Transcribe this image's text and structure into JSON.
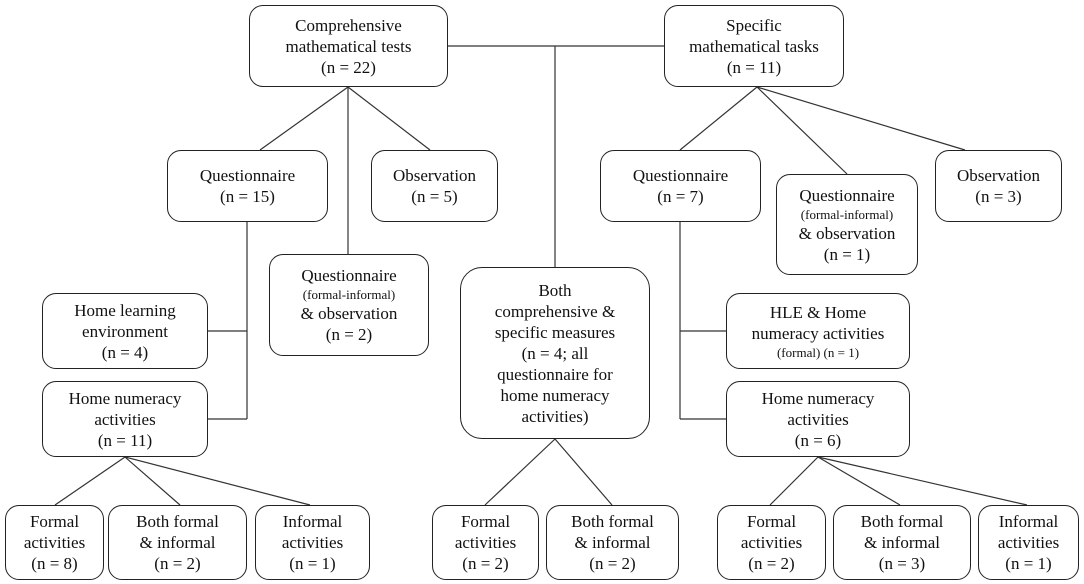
{
  "colors": {
    "line": "#333333",
    "border": "#222222",
    "background": "#ffffff",
    "text": "#111111"
  },
  "nodes": {
    "comp": {
      "lines": [
        "Comprehensive",
        "mathematical tests",
        "(n = 22)"
      ]
    },
    "spec": {
      "lines": [
        "Specific",
        "mathematical tasks",
        "(n = 11)"
      ]
    },
    "q15": {
      "lines": [
        "Questionnaire",
        "(n = 15)"
      ]
    },
    "obs5": {
      "lines": [
        "Observation",
        "(n = 5)"
      ]
    },
    "qfo2": {
      "line1": "Questionnaire",
      "line2": "(formal-informal)",
      "line3": "& observation",
      "line4": "(n = 2)"
    },
    "hle4": {
      "lines": [
        "Home learning",
        "environment",
        "(n = 4)"
      ]
    },
    "hna11": {
      "lines": [
        "Home numeracy",
        "activities",
        "(n = 11)"
      ]
    },
    "both4": {
      "lines": [
        "Both",
        "comprehensive &",
        "specific measures",
        "(n = 4; all",
        "questionnaire for",
        "home numeracy",
        "activities)"
      ]
    },
    "q7": {
      "lines": [
        "Questionnaire",
        "(n = 7)"
      ]
    },
    "qfo1": {
      "line1": "Questionnaire",
      "line2": "(formal-informal)",
      "line3": "& observation",
      "line4": "(n = 1)"
    },
    "obs3": {
      "lines": [
        "Observation",
        "(n = 3)"
      ]
    },
    "hlehna1": {
      "line1": "HLE & Home",
      "line2": "numeracy activities",
      "line3": "(formal) (n = 1)"
    },
    "hna6": {
      "lines": [
        "Home numeracy",
        "activities",
        "(n = 6)"
      ]
    },
    "f8": {
      "lines": [
        "Formal",
        "activities",
        "(n = 8)"
      ]
    },
    "bfi2a": {
      "lines": [
        "Both formal",
        "& informal",
        "(n = 2)"
      ]
    },
    "i1a": {
      "lines": [
        "Informal",
        "activities",
        "(n = 1)"
      ]
    },
    "f2b": {
      "lines": [
        "Formal",
        "activities",
        "(n = 2)"
      ]
    },
    "bfi2b": {
      "lines": [
        "Both formal",
        "& informal",
        "(n = 2)"
      ]
    },
    "f2c": {
      "lines": [
        "Formal",
        "activities",
        "(n = 2)"
      ]
    },
    "bfi3": {
      "lines": [
        "Both formal",
        "& informal",
        "(n = 3)"
      ]
    },
    "i1b": {
      "lines": [
        "Informal",
        "activities",
        "(n = 1)"
      ]
    }
  }
}
